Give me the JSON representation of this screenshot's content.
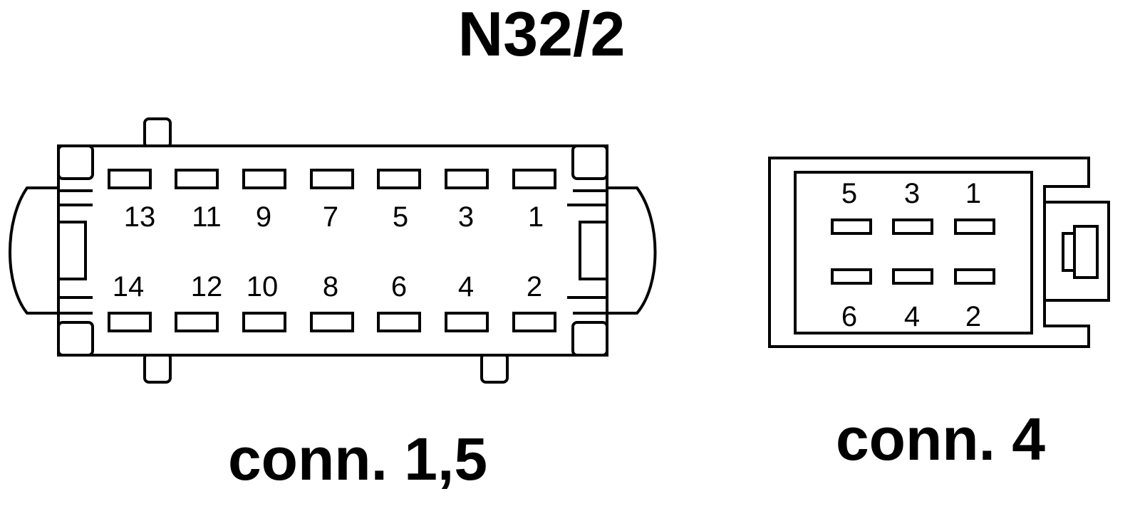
{
  "title": "N32/2",
  "connectors": [
    {
      "label": "conn. 1,5",
      "top_row_pins": [
        "13",
        "11",
        "9",
        "7",
        "5",
        "3",
        "1"
      ],
      "bottom_row_pins": [
        "14",
        "12",
        "10",
        "8",
        "6",
        "4",
        "2"
      ]
    },
    {
      "label": "conn. 4",
      "top_row_pins": [
        "5",
        "3",
        "1"
      ],
      "bottom_row_pins": [
        "6",
        "4",
        "2"
      ]
    }
  ]
}
